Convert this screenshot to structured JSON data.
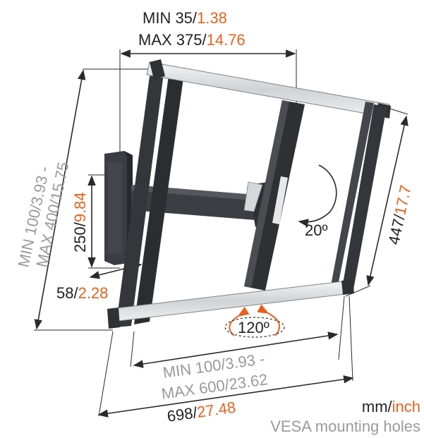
{
  "colors": {
    "black_text": "#222222",
    "orange": "#e8611c",
    "grey_text": "#9a9a9a",
    "bracket_dark": "#34373b",
    "rail_silver": "#d9dcdf",
    "dimension_line": "#2a2a2a"
  },
  "dims": {
    "top_min": {
      "mm": "MIN 35/",
      "inch": "1.38"
    },
    "top_max": {
      "mm": "MAX 375/",
      "inch": "14.76"
    },
    "left_vesa_min": {
      "mm": "MIN 100/",
      "inch": "3.93 -"
    },
    "left_vesa_max": {
      "mm": "MAX 400/",
      "inch": "15.75"
    },
    "height_plate": {
      "mm": "250/",
      "inch": "9.84"
    },
    "depth": {
      "mm": "58/",
      "inch": "2.28"
    },
    "right_height": {
      "mm": "447/",
      "inch": "17.7"
    },
    "tilt": {
      "value": "20º"
    },
    "swivel": {
      "value": "120º"
    },
    "bottom_vesa_min": {
      "mm": "MIN 100/",
      "inch": "3.93 -"
    },
    "bottom_vesa_max": {
      "mm": "MAX 600/",
      "inch": "23.62"
    },
    "width": {
      "mm": "698/",
      "inch": "27.48"
    }
  },
  "legend": {
    "mm": "mm/",
    "inch": "inch",
    "vesa": "VESA mounting holes"
  }
}
